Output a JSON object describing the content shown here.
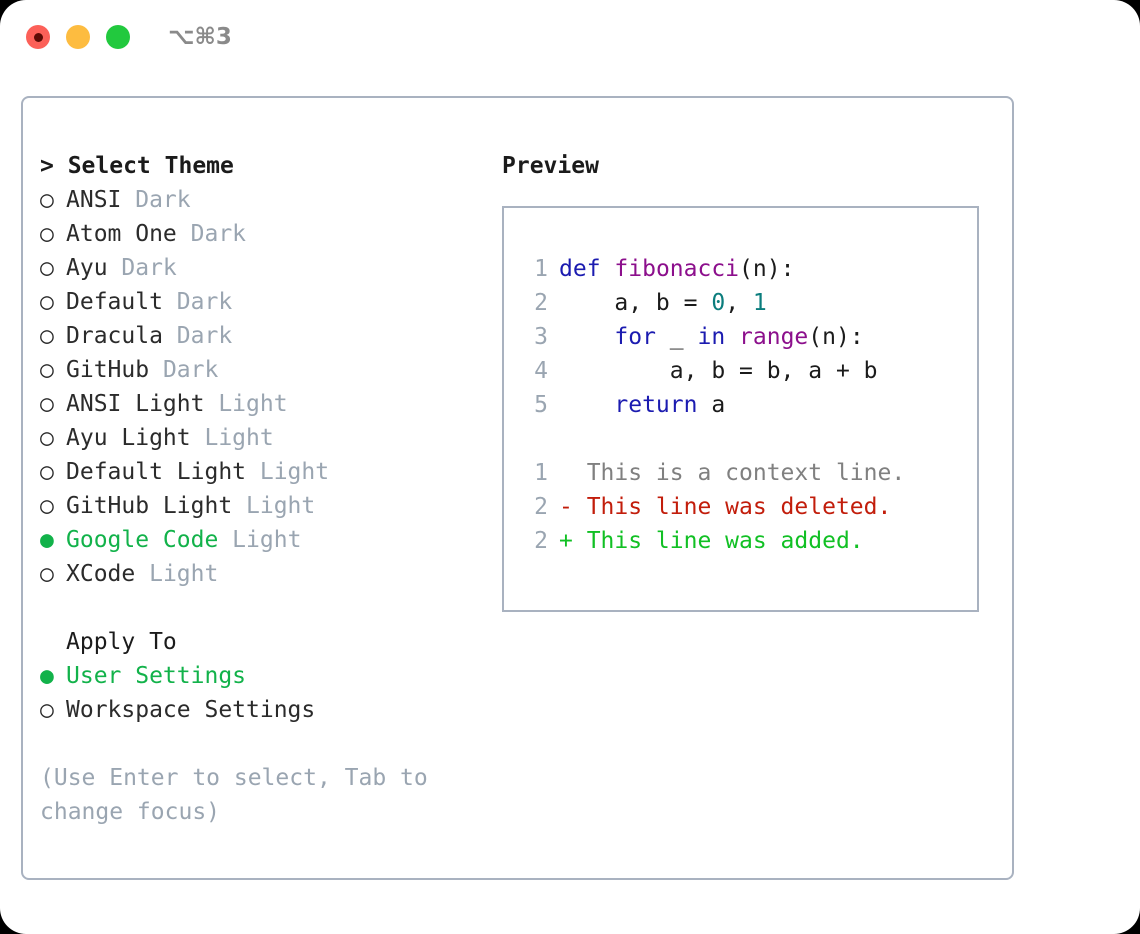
{
  "titlebar": {
    "shortcut": "⌥⌘3",
    "lights": [
      {
        "name": "close-button",
        "color": "#fc6058"
      },
      {
        "name": "minimize-button",
        "color": "#fdbc40"
      },
      {
        "name": "maximize-button",
        "color": "#22c93e"
      }
    ]
  },
  "colors": {
    "accent_green": "#12b24a",
    "muted": "#9aa5b1",
    "border": "#a9b2c0",
    "keyword": "#1b1bb0",
    "function": "#8c0f8c",
    "number": "#0b7d7d",
    "diff_deleted": "#c21d0b",
    "diff_added": "#11c024",
    "diff_context": "#808080"
  },
  "theme_list": {
    "heading": "> Select Theme",
    "items": [
      {
        "marker": "○",
        "name": "ANSI",
        "badge": "Dark",
        "selected": false
      },
      {
        "marker": "○",
        "name": "Atom One",
        "badge": "Dark",
        "selected": false
      },
      {
        "marker": "○",
        "name": "Ayu",
        "badge": "Dark",
        "selected": false
      },
      {
        "marker": "○",
        "name": "Default",
        "badge": "Dark",
        "selected": false
      },
      {
        "marker": "○",
        "name": "Dracula",
        "badge": "Dark",
        "selected": false
      },
      {
        "marker": "○",
        "name": "GitHub",
        "badge": "Dark",
        "selected": false
      },
      {
        "marker": "○",
        "name": "ANSI Light",
        "badge": "Light",
        "selected": false
      },
      {
        "marker": "○",
        "name": "Ayu Light",
        "badge": "Light",
        "selected": false
      },
      {
        "marker": "○",
        "name": "Default Light",
        "badge": "Light",
        "selected": false
      },
      {
        "marker": "○",
        "name": "GitHub Light",
        "badge": "Light",
        "selected": false
      },
      {
        "marker": "●",
        "name": "Google Code",
        "badge": "Light",
        "selected": true
      },
      {
        "marker": "○",
        "name": "XCode",
        "badge": "Light",
        "selected": false
      }
    ]
  },
  "apply_to": {
    "heading": "Apply To",
    "items": [
      {
        "marker": "●",
        "name": "User Settings",
        "selected": true
      },
      {
        "marker": "○",
        "name": "Workspace Settings",
        "selected": false
      }
    ]
  },
  "hint": "(Use Enter to select, Tab to change focus)",
  "preview": {
    "title": "Preview",
    "code_lines": [
      {
        "num": "1",
        "tokens": [
          {
            "t": "def",
            "c": "kw"
          },
          {
            "t": " ",
            "c": "txt"
          },
          {
            "t": "fibonacci",
            "c": "fn"
          },
          {
            "t": "(n):",
            "c": "txt"
          }
        ]
      },
      {
        "num": "2",
        "tokens": [
          {
            "t": "    a, b = ",
            "c": "txt"
          },
          {
            "t": "0",
            "c": "num"
          },
          {
            "t": ", ",
            "c": "txt"
          },
          {
            "t": "1",
            "c": "num"
          }
        ]
      },
      {
        "num": "3",
        "tokens": [
          {
            "t": "    ",
            "c": "txt"
          },
          {
            "t": "for",
            "c": "kw"
          },
          {
            "t": " _ ",
            "c": "txt"
          },
          {
            "t": "in",
            "c": "kw"
          },
          {
            "t": " ",
            "c": "txt"
          },
          {
            "t": "range",
            "c": "fn"
          },
          {
            "t": "(n):",
            "c": "txt"
          }
        ]
      },
      {
        "num": "4",
        "tokens": [
          {
            "t": "        a, b = b, a + b",
            "c": "txt"
          }
        ]
      },
      {
        "num": "5",
        "tokens": [
          {
            "t": "    ",
            "c": "txt"
          },
          {
            "t": "return",
            "c": "kw"
          },
          {
            "t": " a",
            "c": "txt"
          }
        ]
      }
    ],
    "diff_lines": [
      {
        "num": "1",
        "text": "  This is a context line.",
        "kind": "ctx"
      },
      {
        "num": "2",
        "text": "- This line was deleted.",
        "kind": "del"
      },
      {
        "num": "2",
        "text": "+ This line was added.",
        "kind": "add"
      }
    ]
  }
}
